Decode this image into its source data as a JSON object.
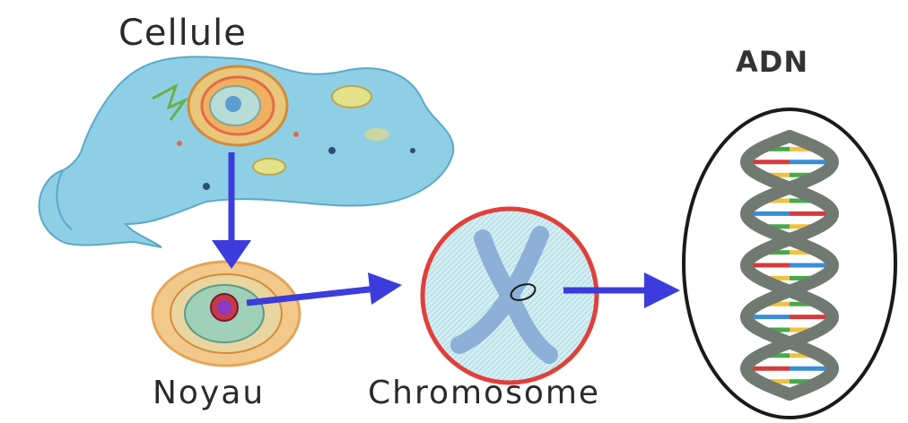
{
  "labels": {
    "cell": "Cellule",
    "nucleus": "Noyau",
    "chromosome": "Chromosome",
    "dna": "ADN"
  },
  "colors": {
    "arrow": "#3c3cdc",
    "cell_body": "#8fcfe6",
    "chromosome_ring": "#e0403a",
    "dna_ring": "#1a1a1a",
    "dna_backbone": "#707a72"
  },
  "icons": [
    "cell-illustration",
    "nucleus-illustration",
    "chromosome-illustration",
    "dna-double-helix"
  ]
}
